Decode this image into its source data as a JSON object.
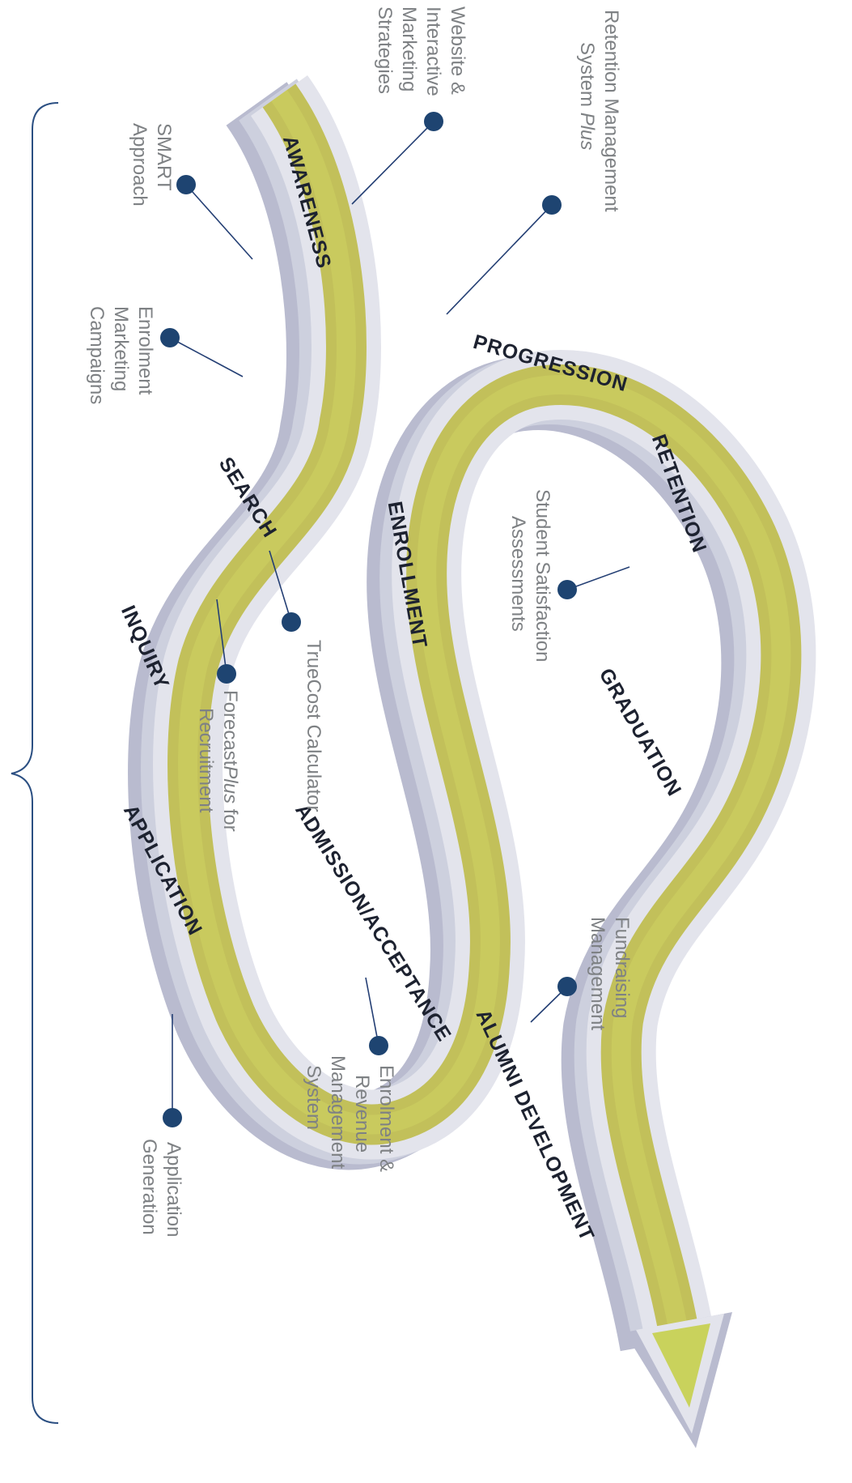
{
  "stages": {
    "awareness": "AWARENESS",
    "search": "SEARCH",
    "inquiry": "INQUIRY",
    "application": "APPLICATION",
    "admission_acceptance": "ADMISSION/ACCEPTANCE",
    "enrollment": "ENROLLMENT",
    "progression": "PROGRESSION",
    "retention": "RETENTION",
    "graduation": "GRADUATION",
    "alumni_development": "ALUMNI DEVELOPMENT"
  },
  "callouts": {
    "website": [
      "Website &",
      "Interactive",
      "Marketing",
      "Strategies"
    ],
    "retention_system": {
      "line1": "Retention Management",
      "line2_prefix": "System ",
      "line2_italic": "Plus"
    },
    "smart": [
      "SMART",
      "Approach"
    ],
    "enrolment_marketing": [
      "Enrolment",
      "Marketing",
      "Campaigns"
    ],
    "student_satisfaction": [
      "Student Satisfaction",
      "Assessments"
    ],
    "truecost": "TrueCost Calculator",
    "forecast": {
      "line1_prefix": "Forecast",
      "line1_italic": "Plus",
      "line1_suffix": " for",
      "line2": "Recruitment"
    },
    "fundraising": [
      "Fundraising",
      "Management"
    ],
    "enrolment_revenue": [
      "Enrolment &",
      "Revenue",
      "Management",
      "System"
    ],
    "application_generation": [
      "Application",
      "Generation"
    ]
  },
  "colors": {
    "track_band": "#c2c05a",
    "track_band_bright": "#c9d25c",
    "track_border": "#e3e4ec",
    "track_shadow": "#b9bbcf",
    "leader_line": "#243f74",
    "dot": "#1e4471",
    "callout_text": "#7e8184",
    "brace": "#2b4f82"
  },
  "icons": {
    "end_arrow": "arrow-head-icon"
  }
}
